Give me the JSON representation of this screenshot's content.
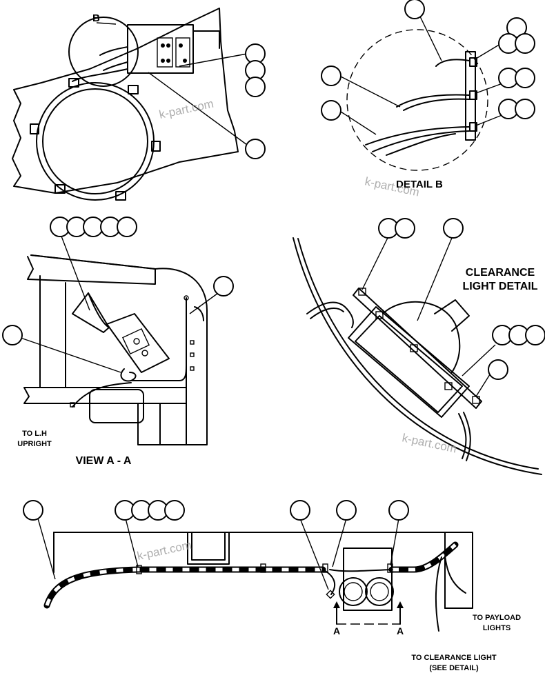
{
  "detail_b": {
    "ref_letter": "B",
    "title": "DETAIL B"
  },
  "view_aa": {
    "title": "VIEW A - A",
    "note_line1": "TO L.H",
    "note_line2": "UPRIGHT"
  },
  "clearance_detail": {
    "title_line1": "CLEARANCE",
    "title_line2": "LIGHT DETAIL"
  },
  "main_view": {
    "section_marker": "A",
    "payload_line1": "TO PAYLOAD",
    "payload_line2": "LIGHTS",
    "clearance_line1": "TO CLEARANCE LIGHT",
    "clearance_line2": "(SEE DETAIL)"
  },
  "watermark": "k-part.com",
  "colors": {
    "ink": "#000000",
    "paper": "#ffffff",
    "watermark": "#9a9a9a"
  }
}
